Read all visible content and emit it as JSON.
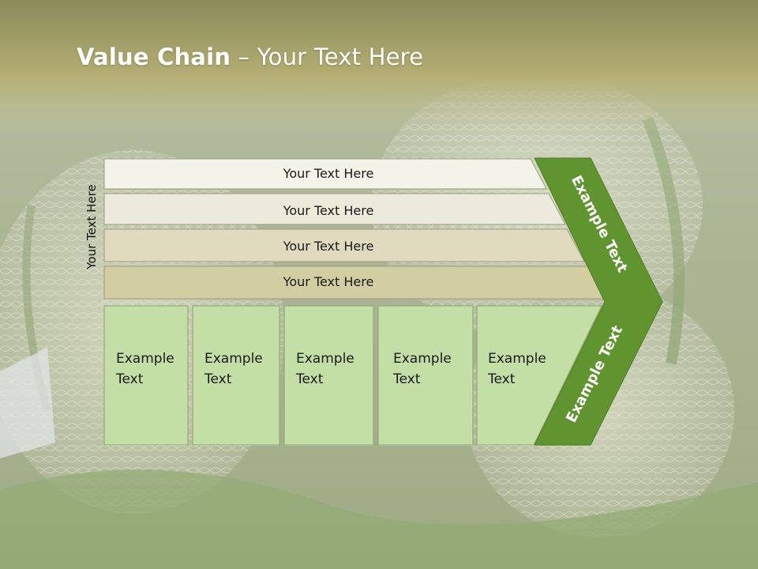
{
  "title": {
    "bold": "Value Chain",
    "rest": " – Your Text Here"
  },
  "side_label": "Your Text Here",
  "rows": [
    {
      "label": "Your Text Here",
      "fill": "#f3f3e9"
    },
    {
      "label": "Your Text Here",
      "fill": "#ebeadb"
    },
    {
      "label": "Your Text Here",
      "fill": "#e0dbbf"
    },
    {
      "label": "Your Text Here",
      "fill": "#d3cda2"
    }
  ],
  "boxes": [
    {
      "line1": "Example",
      "line2": "Text"
    },
    {
      "line1": "Example",
      "line2": "Text"
    },
    {
      "line1": "Example",
      "line2": "Text"
    },
    {
      "line1": "Example",
      "line2": "Text"
    },
    {
      "line1": "Example",
      "line2": "Text"
    }
  ],
  "arrow_top_label": "Example Text",
  "arrow_bottom_label": "Example Text",
  "colors": {
    "arrow": "#5f942f",
    "box": "#c3dfa6",
    "text": "#1a1a1a"
  }
}
